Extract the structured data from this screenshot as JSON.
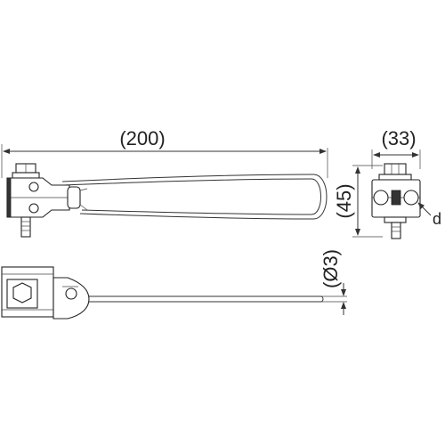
{
  "dimensions": {
    "length": "(200)",
    "width": "(33)",
    "height": "(45)",
    "wire_diameter": "(Ø3)",
    "cable_diameter_label": "d"
  },
  "colors": {
    "line": "#333333",
    "background": "#ffffff"
  }
}
